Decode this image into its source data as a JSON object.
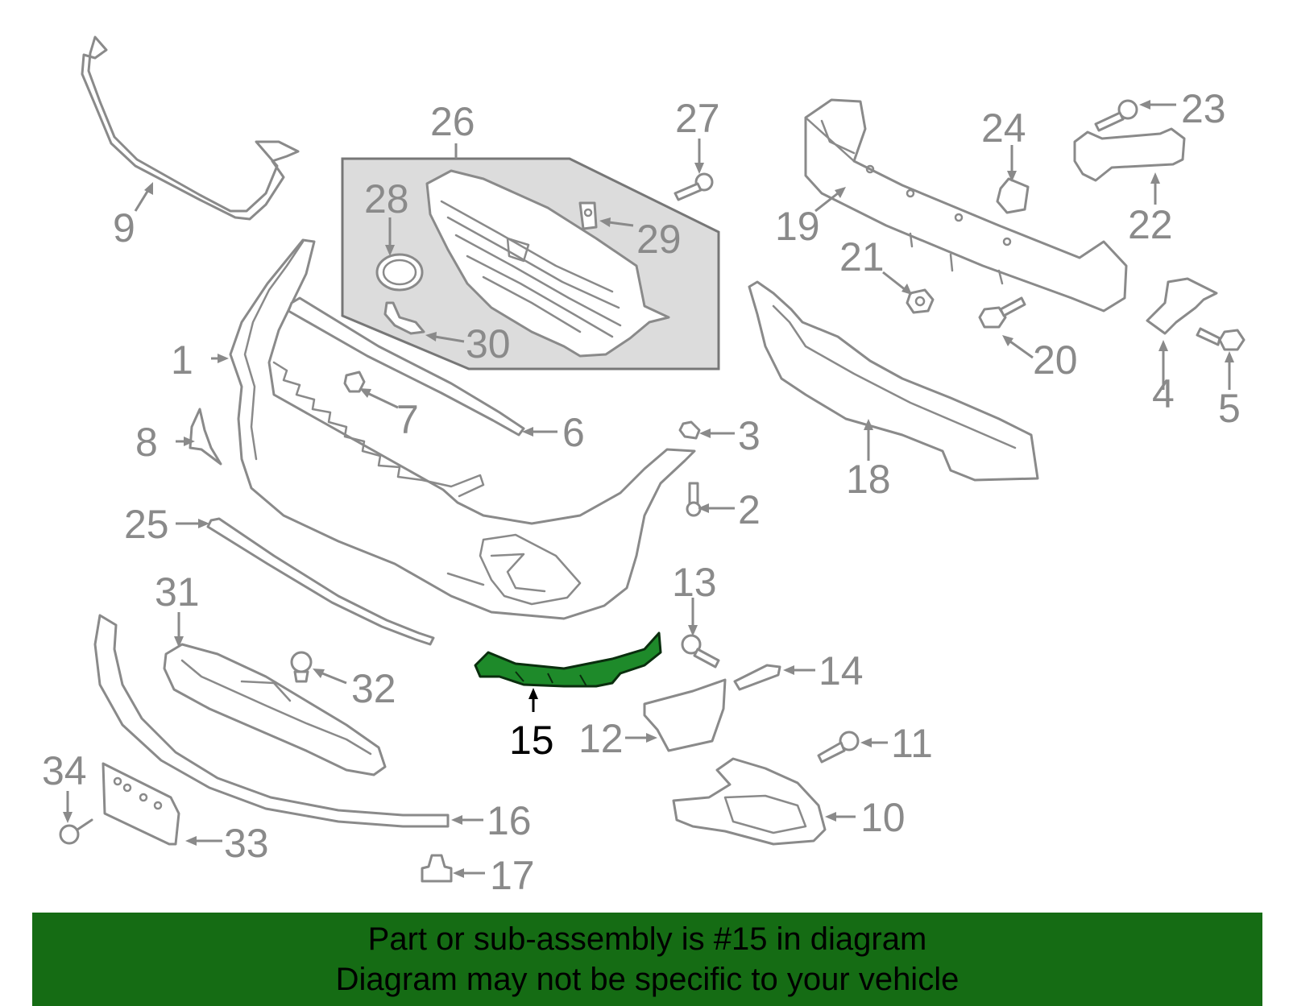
{
  "parts": [
    {
      "id": "p1",
      "label": "1"
    },
    {
      "id": "p2",
      "label": "2"
    },
    {
      "id": "p3",
      "label": "3"
    },
    {
      "id": "p4",
      "label": "4"
    },
    {
      "id": "p5",
      "label": "5"
    },
    {
      "id": "p6",
      "label": "6"
    },
    {
      "id": "p7",
      "label": "7"
    },
    {
      "id": "p8",
      "label": "8"
    },
    {
      "id": "p9",
      "label": "9"
    },
    {
      "id": "p10",
      "label": "10"
    },
    {
      "id": "p11",
      "label": "11"
    },
    {
      "id": "p12",
      "label": "12"
    },
    {
      "id": "p13",
      "label": "13"
    },
    {
      "id": "p14",
      "label": "14"
    },
    {
      "id": "p15",
      "label": "15"
    },
    {
      "id": "p16",
      "label": "16"
    },
    {
      "id": "p17",
      "label": "17"
    },
    {
      "id": "p18",
      "label": "18"
    },
    {
      "id": "p19",
      "label": "19"
    },
    {
      "id": "p20",
      "label": "20"
    },
    {
      "id": "p21",
      "label": "21"
    },
    {
      "id": "p22",
      "label": "22"
    },
    {
      "id": "p23",
      "label": "23"
    },
    {
      "id": "p24",
      "label": "24"
    },
    {
      "id": "p25",
      "label": "25"
    },
    {
      "id": "p26",
      "label": "26"
    },
    {
      "id": "p27",
      "label": "27"
    },
    {
      "id": "p28",
      "label": "28"
    },
    {
      "id": "p29",
      "label": "29"
    },
    {
      "id": "p30",
      "label": "30"
    },
    {
      "id": "p31",
      "label": "31"
    },
    {
      "id": "p32",
      "label": "32"
    },
    {
      "id": "p33",
      "label": "33"
    },
    {
      "id": "p34",
      "label": "34"
    }
  ],
  "highlighted_part": "15",
  "colors": {
    "highlight_part": "#1e8a2a",
    "banner_bg": "#156c14",
    "line_art": "#8a8a8a",
    "grille_box": "#dcdcdc"
  },
  "banner": {
    "line1": "Part or sub-assembly is #15 in diagram",
    "line2": "Diagram may not be specific to your vehicle"
  }
}
